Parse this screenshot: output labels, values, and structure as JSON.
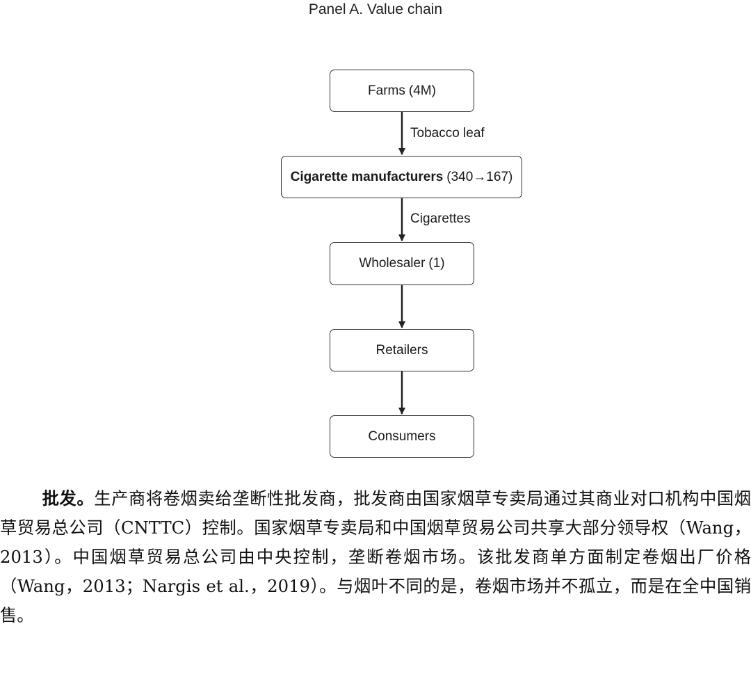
{
  "figure": {
    "panel_title": "Panel A. Value chain",
    "nodes": [
      {
        "name": "Farms",
        "count": "(4M)",
        "bold": false
      },
      {
        "name": "Cigarette manufacturers",
        "count": "(340→167)",
        "bold": true
      },
      {
        "name": "Wholesaler",
        "count": "(1)",
        "bold": false
      },
      {
        "name": "Retailers",
        "count": "",
        "bold": false
      },
      {
        "name": "Consumers",
        "count": "",
        "bold": false
      }
    ],
    "edges": [
      {
        "label": "Tobacco leaf"
      },
      {
        "label": "Cigarettes"
      },
      {
        "label": ""
      },
      {
        "label": ""
      }
    ]
  },
  "body": {
    "lead": "批发。",
    "text": "生产商将卷烟卖给垄断性批发商，批发商由国家烟草专卖局通过其商业对口机构中国烟草贸易总公司（CNTTC）控制。国家烟草专卖局和中国烟草贸易公司共享大部分领导权（Wang，2013）。中国烟草贸易总公司由中央控制，垄断卷烟市场。该批发商单方面制定卷烟出厂价格（Wang，2013；Nargis et al.，2019）。与烟叶不同的是，卷烟市场并不孤立，而是在全中国销售。"
  }
}
